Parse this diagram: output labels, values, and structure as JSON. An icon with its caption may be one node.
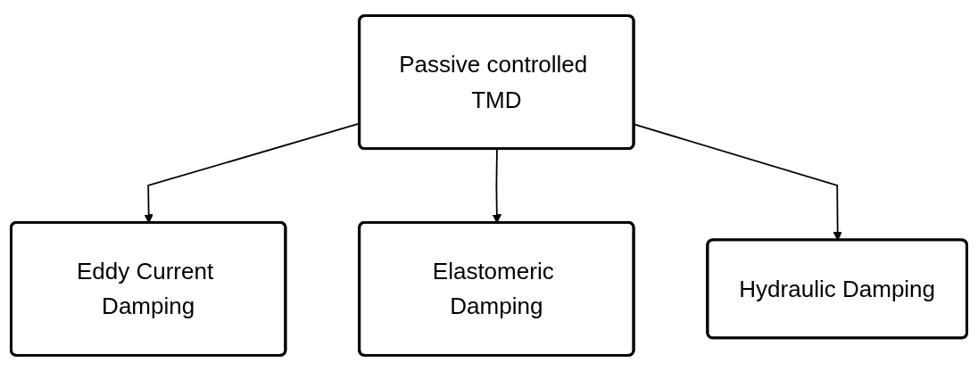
{
  "diagram": {
    "nodes": [
      {
        "text": [
          "Passive controlled TMD"
        ]
      },
      {
        "text": [
          "Eddy Current Damping"
        ]
      },
      {
        "text": [
          "Elastomeric Damping"
        ]
      },
      {
        "text": [
          "Hydraulic Damping"
        ]
      }
    ],
    "edges": [
      {
        "from": 0,
        "to": 1,
        "arrow": "to"
      },
      {
        "from": 0,
        "to": 2,
        "arrow": "to"
      },
      {
        "from": 0,
        "to": 3,
        "arrow": "to"
      }
    ]
  }
}
